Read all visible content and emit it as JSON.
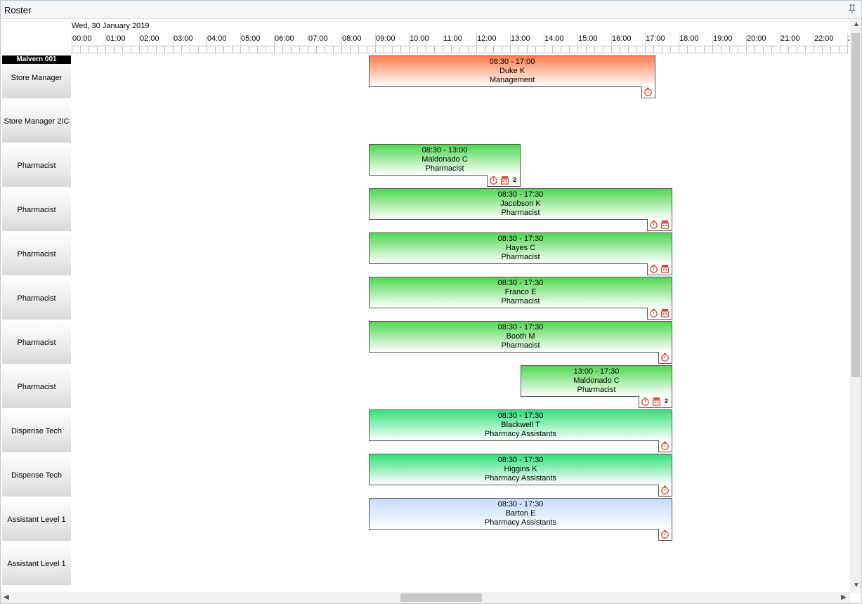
{
  "window": {
    "title": "Roster"
  },
  "date_label": "Wed, 30 January 2019",
  "store_label": "Malvern 001",
  "hours": [
    "00:00",
    "01:00",
    "02:00",
    "03:00",
    "04:00",
    "05:00",
    "06:00",
    "07:00",
    "08:00",
    "09:00",
    "10:00",
    "11:00",
    "12:00",
    "13:00",
    "14:00",
    "15:00",
    "16:00",
    "17:00",
    "18:00",
    "19:00",
    "20:00",
    "21:00",
    "22:00",
    "2"
  ],
  "colors": {
    "management": "#ff7f4f",
    "pharmacist": "#50d850",
    "assistant": "#33e07a",
    "level1": "#c3dcfb",
    "icon": "#d0472a"
  },
  "rows": [
    {
      "label": "Store Manager"
    },
    {
      "label": "Store Manager 2IC"
    },
    {
      "label": "Pharmacist"
    },
    {
      "label": "Pharmacist"
    },
    {
      "label": "Pharmacist"
    },
    {
      "label": "Pharmacist"
    },
    {
      "label": "Pharmacist"
    },
    {
      "label": "Pharmacist"
    },
    {
      "label": "Dispense Tech"
    },
    {
      "label": "Dispense Tech"
    },
    {
      "label": "Assistant Level 1"
    },
    {
      "label": "Assistant Level 1"
    }
  ],
  "shifts": [
    {
      "row": 0,
      "start": 8.5,
      "end": 17.0,
      "time": "08:30 - 17:00",
      "name": "Duke K",
      "role": "Management",
      "color": "management",
      "icons": [
        "stopwatch-icon"
      ],
      "count": ""
    },
    {
      "row": 2,
      "start": 8.5,
      "end": 13.0,
      "time": "08:30 - 13:00",
      "name": "Maldonado C",
      "role": "Pharmacist",
      "color": "pharmacist",
      "icons": [
        "stopwatch-icon",
        "cash-register-icon"
      ],
      "count": "2"
    },
    {
      "row": 3,
      "start": 8.5,
      "end": 17.5,
      "time": "08:30 - 17:30",
      "name": "Jacobson K",
      "role": "Pharmacist",
      "color": "pharmacist",
      "icons": [
        "stopwatch-icon",
        "cash-register-icon"
      ],
      "count": ""
    },
    {
      "row": 4,
      "start": 8.5,
      "end": 17.5,
      "time": "08:30 - 17:30",
      "name": "Hayes C",
      "role": "Pharmacist",
      "color": "pharmacist",
      "icons": [
        "stopwatch-icon",
        "cash-register-icon"
      ],
      "count": ""
    },
    {
      "row": 5,
      "start": 8.5,
      "end": 17.5,
      "time": "08:30 - 17:30",
      "name": "Franco E",
      "role": "Pharmacist",
      "color": "pharmacist",
      "icons": [
        "stopwatch-icon",
        "cash-register-icon"
      ],
      "count": ""
    },
    {
      "row": 6,
      "start": 8.5,
      "end": 17.5,
      "time": "08:30 - 17:30",
      "name": "Booth M",
      "role": "Pharmacist",
      "color": "pharmacist",
      "icons": [
        "stopwatch-icon"
      ],
      "count": ""
    },
    {
      "row": 7,
      "start": 13.0,
      "end": 17.5,
      "time": "13:00 - 17:30",
      "name": "Maldonado C",
      "role": "Pharmacist",
      "color": "pharmacist",
      "icons": [
        "stopwatch-icon",
        "cash-register-icon"
      ],
      "count": "2"
    },
    {
      "row": 8,
      "start": 8.5,
      "end": 17.5,
      "time": "08:30 - 17:30",
      "name": "Blackwell T",
      "role": "Pharmacy Assistants",
      "color": "assistant",
      "icons": [
        "stopwatch-icon"
      ],
      "count": ""
    },
    {
      "row": 9,
      "start": 8.5,
      "end": 17.5,
      "time": "08:30 - 17:30",
      "name": "Higgins K",
      "role": "Pharmacy Assistants",
      "color": "assistant",
      "icons": [
        "stopwatch-icon"
      ],
      "count": ""
    },
    {
      "row": 10,
      "start": 8.5,
      "end": 17.5,
      "time": "08:30 - 17:30",
      "name": "Barton E",
      "role": "Pharmacy Assistants",
      "color": "level1",
      "icons": [
        "stopwatch-icon"
      ],
      "count": ""
    }
  ]
}
